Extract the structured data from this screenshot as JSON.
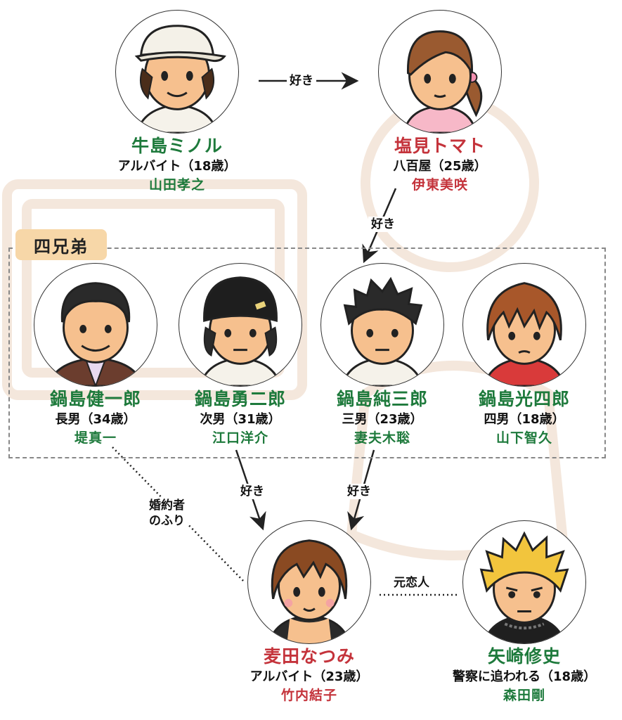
{
  "group": {
    "label": "四兄弟"
  },
  "people": {
    "minoru": {
      "name": "牛島ミノル",
      "role": "アルバイト（18歳）",
      "actor": "山田孝之"
    },
    "tomato": {
      "name": "塩見トマト",
      "role": "八百屋（25歳）",
      "actor": "伊東美咲"
    },
    "kenichiro": {
      "name": "鍋島健一郎",
      "role": "長男（34歳）",
      "actor": "堤真一"
    },
    "yujiro": {
      "name": "鍋島勇二郎",
      "role": "次男（31歳）",
      "actor": "江口洋介"
    },
    "junzaburo": {
      "name": "鍋島純三郎",
      "role": "三男（23歳）",
      "actor": "妻夫木聡"
    },
    "koshiro": {
      "name": "鍋島光四郎",
      "role": "四男（18歳）",
      "actor": "山下智久"
    },
    "natsumi": {
      "name": "麦田なつみ",
      "role": "アルバイト（23歳）",
      "actor": "竹内結子"
    },
    "shuji": {
      "name": "矢崎修史",
      "role": "警察に追われる（18歳）",
      "actor": "森田剛"
    }
  },
  "relations": {
    "minoru_tomato": "好き",
    "tomato_junzaburo": "好き",
    "yujiro_natsumi": "好き",
    "junzaburo_natsumi": "好き",
    "kenichiro_natsumi_line1": "婚約者",
    "kenichiro_natsumi_line2": "のふり",
    "natsumi_shuji": "元恋人"
  },
  "colors": {
    "male_name": "#1e7a3c",
    "female_name": "#c4333b",
    "group_label_bg": "#f7d7a8",
    "skin": "#f6c08e",
    "outline": "#222222"
  }
}
